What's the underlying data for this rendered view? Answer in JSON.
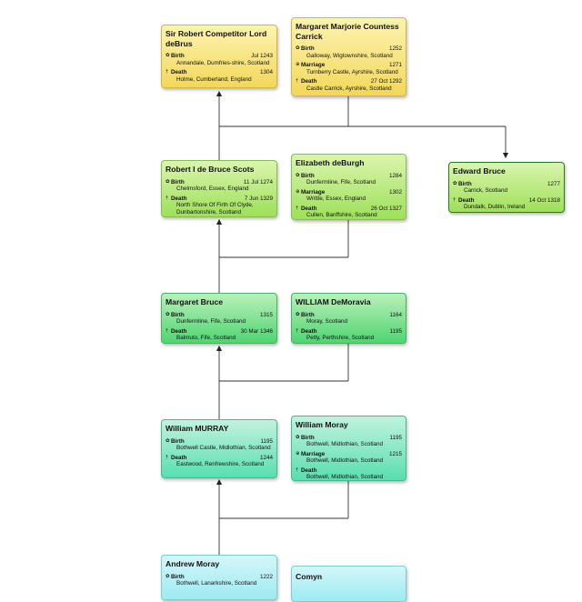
{
  "tree": {
    "cards": {
      "robert_competitor": {
        "name": "Sir Robert Competitor Lord deBrus",
        "events": [
          {
            "icon": "birth-icon",
            "symbol": "✿",
            "label": "Birth",
            "date": "Jul 1243",
            "place": "Annandale, Dumfries-shire, Scotland"
          },
          {
            "icon": "death-icon",
            "symbol": "†",
            "label": "Death",
            "date": "1304",
            "place": "Holme, Cumberland, England"
          }
        ]
      },
      "margaret_marjorie": {
        "name": "Margaret Marjorie Countess Carrick",
        "events": [
          {
            "icon": "birth-icon",
            "symbol": "✿",
            "label": "Birth",
            "date": "1252",
            "place": "Galloway, Wigtownshire, Scotland"
          },
          {
            "icon": "marriage-icon",
            "symbol": "⊕",
            "label": "Marriage",
            "date": "1271",
            "place": "Turnberry Castle, Ayrshire, Scotland"
          },
          {
            "icon": "death-icon",
            "symbol": "†",
            "label": "Death",
            "date": "27 Oct 1292",
            "place": "Castle Carrick, Ayrshire, Scotland"
          }
        ]
      },
      "robert_i": {
        "name": "Robert I de Bruce Scots",
        "events": [
          {
            "icon": "birth-icon",
            "symbol": "✿",
            "label": "Birth",
            "date": "11 Jul 1274",
            "place": "Chelmsford, Essex, England"
          },
          {
            "icon": "death-icon",
            "symbol": "†",
            "label": "Death",
            "date": "7 Jun 1329",
            "place": "North Shore Of Firth Of Clyde, Dunbartonshire, Scotland"
          }
        ]
      },
      "elizabeth": {
        "name": "Elizabeth deBurgh",
        "events": [
          {
            "icon": "birth-icon",
            "symbol": "✿",
            "label": "Birth",
            "date": "1284",
            "place": "Dunfermline, Fife, Scotland"
          },
          {
            "icon": "marriage-icon",
            "symbol": "⊕",
            "label": "Marriage",
            "date": "1302",
            "place": "Writtle, Essex, England"
          },
          {
            "icon": "death-icon",
            "symbol": "†",
            "label": "Death",
            "date": "26 Oct 1327",
            "place": "Cullen, Banffshire, Scotland"
          }
        ]
      },
      "edward": {
        "name": "Edward Bruce",
        "events": [
          {
            "icon": "birth-icon",
            "symbol": "✿",
            "label": "Birth",
            "date": "1277",
            "place": "Carrick, Scotland"
          },
          {
            "icon": "death-icon",
            "symbol": "†",
            "label": "Death",
            "date": "14 Oct 1318",
            "place": "Dundalk, Dublin, Ireland"
          }
        ]
      },
      "margaret_bruce": {
        "name": "Margaret Bruce",
        "events": [
          {
            "icon": "birth-icon",
            "symbol": "✿",
            "label": "Birth",
            "date": "1315",
            "place": "Dunfermline, Fife, Scotland"
          },
          {
            "icon": "death-icon",
            "symbol": "†",
            "label": "Death",
            "date": "30 Mar 1346",
            "place": "Balmuto, Fife, Scotland"
          }
        ]
      },
      "william_demoravia": {
        "name": "WILLIAM DeMoravia",
        "events": [
          {
            "icon": "birth-icon",
            "symbol": "✿",
            "label": "Birth",
            "date": "1164",
            "place": "Moray, Scotland"
          },
          {
            "icon": "death-icon",
            "symbol": "†",
            "label": "Death",
            "date": "1195",
            "place": "Petty, Perthshire, Scotland"
          }
        ]
      },
      "william_murray": {
        "name": "William MURRAY",
        "events": [
          {
            "icon": "birth-icon",
            "symbol": "✿",
            "label": "Birth",
            "date": "1195",
            "place": "Bothwell Castle, Midlothian, Scotland"
          },
          {
            "icon": "death-icon",
            "symbol": "†",
            "label": "Death",
            "date": "1244",
            "place": "Eastwood, Renfrewshire, Scotland"
          }
        ]
      },
      "william_moray": {
        "name": "William Moray",
        "events": [
          {
            "icon": "birth-icon",
            "symbol": "✿",
            "label": "Birth",
            "date": "1195",
            "place": "Bothwell, Midlothian, Scotland"
          },
          {
            "icon": "marriage-icon",
            "symbol": "⊕",
            "label": "Marriage",
            "date": "1215",
            "place": "Bothwell, Midlothian, Scotland"
          },
          {
            "icon": "death-icon",
            "symbol": "†",
            "label": "Death",
            "date": "",
            "place": "Bothwell, Midlothian, Scotland"
          }
        ]
      },
      "andrew_moray": {
        "name": "Andrew Moray",
        "events": [
          {
            "icon": "birth-icon",
            "symbol": "✿",
            "label": "Birth",
            "date": "1222",
            "place": "Bothwell, Lanarkshire, Scotland"
          }
        ]
      },
      "comyn": {
        "name": "Comyn",
        "events": []
      }
    },
    "colors": {
      "yellow": "#f2d85a",
      "light_green": "#9ee05a",
      "green": "#4fd572",
      "teal": "#59deb0",
      "cyan": "#9cebf1",
      "connector": "#333333"
    }
  }
}
